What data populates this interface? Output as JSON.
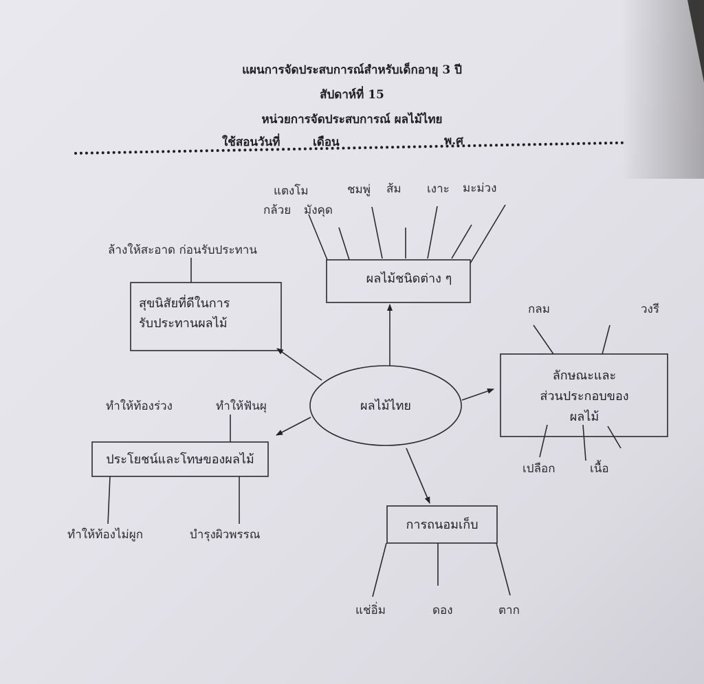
{
  "header": {
    "line1": "แผนการจัดประสบการณ์สำหรับเด็กอายุ 3 ปี",
    "line2": "สัปดาห์ที่ 15",
    "line3": "หน่วยการจัดประสบการณ์ ผลไม้ไทย",
    "teach_date": "ใช้สอนวันที่",
    "month": "เดือน",
    "year": "พ.ศ"
  },
  "center": "ผลไม้ไทย",
  "fruit_types": {
    "title": "ผลไม้ชนิดต่าง ๆ",
    "items": [
      "แตงโม",
      "กล้วย",
      "มังคุด",
      "ชมพู่",
      "ส้ม",
      "เงาะ",
      "มะม่วง"
    ]
  },
  "hygiene": {
    "title_line1": "สุขนิสัยที่ดีในการ",
    "title_line2": "รับประทานผลไม้",
    "note": "ล้างให้สะอาด ก่อนรับประทาน"
  },
  "characteristics": {
    "title_line1": "ลักษณะและ",
    "title_line2": "ส่วนประกอบของ",
    "title_line3": "ผลไม้",
    "shapes": [
      "กลม",
      "วงรี"
    ],
    "parts": [
      "เปลือก",
      "เนื้อ"
    ]
  },
  "benefits": {
    "title": "ประโยชน์และโทษของผลไม้",
    "harm": [
      "ทำให้ท้องร่วง",
      "ทำให้ฟันผุ"
    ],
    "benefit": [
      "ทำให้ท้องไม่ผูก",
      "บำรุงผิวพรรณ"
    ]
  },
  "preservation": {
    "title": "การถนอมเก็บ",
    "methods": [
      "แช่อิ่ม",
      "ดอง",
      "ตาก"
    ]
  }
}
